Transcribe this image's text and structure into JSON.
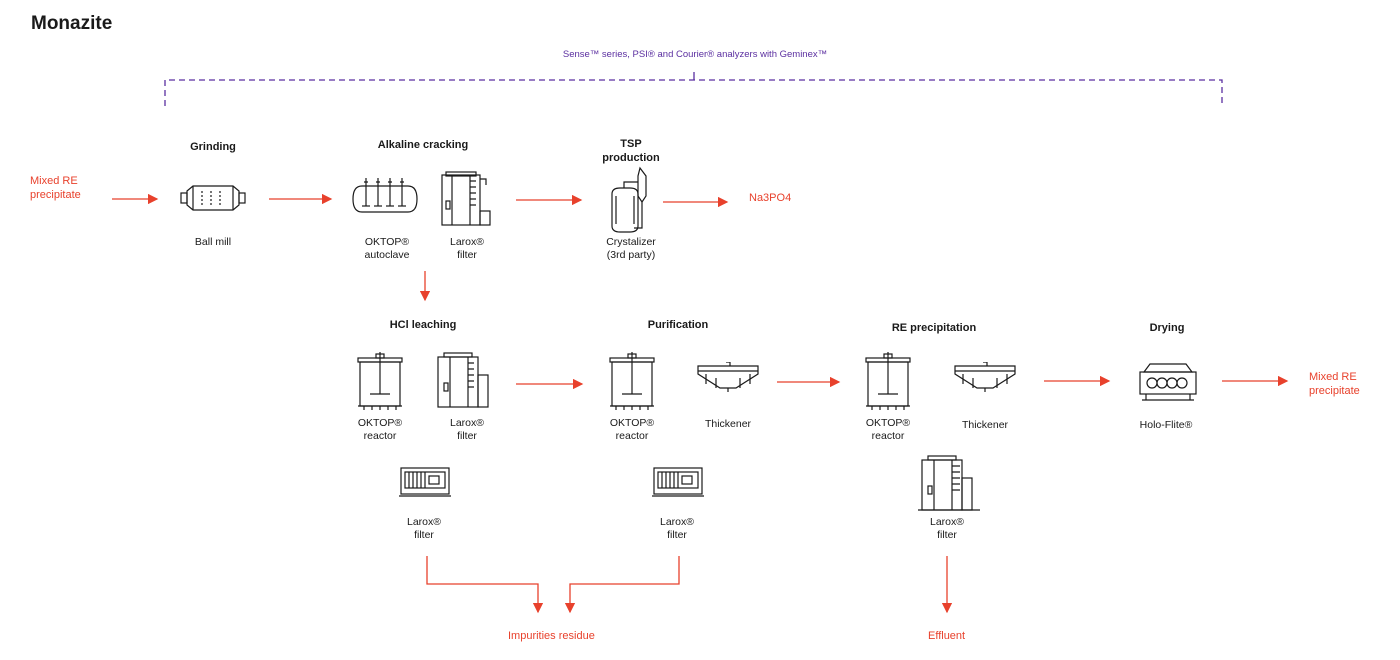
{
  "title": "Monazite",
  "analyzer_label": "Sense™ series, PSI® and Courier® analyzers with Geminex™",
  "stages": {
    "grinding": "Grinding",
    "alkaline_cracking": "Alkaline cracking",
    "tsp_production": "TSP\nproduction",
    "hcl_leaching": "HCl leaching",
    "purification": "Purification",
    "re_precipitation": "RE precipitation",
    "drying": "Drying"
  },
  "equipment": {
    "ball_mill": "Ball mill",
    "oktop_autoclave": "OKTOP®\nautoclave",
    "larox_filter_1": "Larox®\nfilter",
    "crystalizer": "Crystalizer\n(3rd party)",
    "oktop_reactor_1": "OKTOP®\nreactor",
    "larox_filter_2": "Larox®\nfilter",
    "oktop_reactor_2": "OKTOP®\nreactor",
    "thickener_1": "Thickener",
    "oktop_reactor_3": "OKTOP®\nreactor",
    "thickener_2": "Thickener",
    "holo_flite": "Holo-Flite®",
    "larox_filter_3": "Larox®\nfilter",
    "larox_filter_4": "Larox®\nfilter",
    "larox_filter_5": "Larox®\nfilter"
  },
  "streams": {
    "feed": "Mixed RE\nprecipitate",
    "na3po4": "Na3PO4",
    "product": "Mixed RE\nprecipitate",
    "impurities": "Impurities residue",
    "effluent": "Effluent"
  },
  "colors": {
    "flow_arrow": "#e8412c",
    "analyzer_line": "#5b2fa0",
    "text": "#1a1a1a"
  }
}
